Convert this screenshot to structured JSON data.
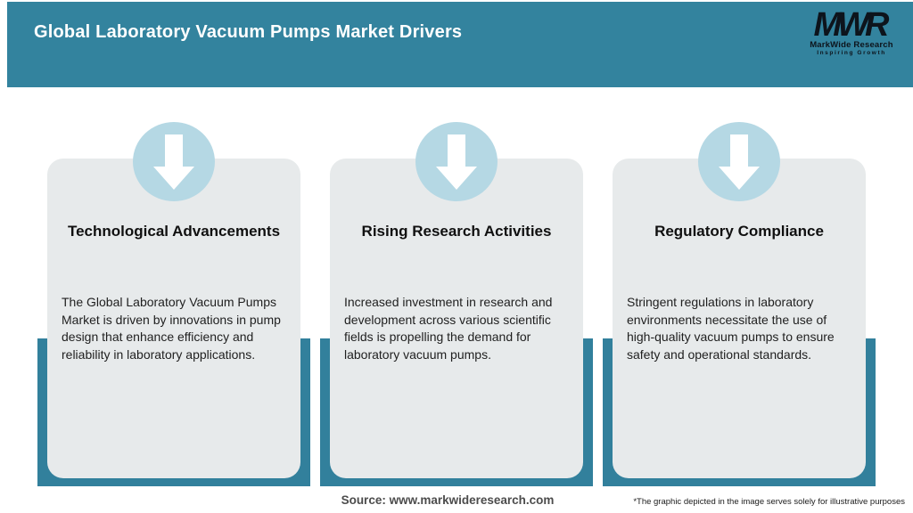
{
  "header": {
    "title": "Global Laboratory Vacuum Pumps Market Drivers",
    "logo": {
      "acronym": "MWR",
      "name": "MarkWide Research",
      "tagline": "Inspiring Growth"
    }
  },
  "cards": [
    {
      "icon": "down-arrow-icon",
      "title": "Technological Advancements",
      "body": "The Global Laboratory Vacuum Pumps Market is driven by innovations in pump design that enhance efficiency and reliability in laboratory applications."
    },
    {
      "icon": "down-arrow-icon",
      "title": "Rising Research Activities",
      "body": "Increased investment in research and development across various scientific fields is propelling the demand for laboratory vacuum pumps."
    },
    {
      "icon": "down-arrow-icon",
      "title": "Regulatory Compliance",
      "body": "Stringent regulations in laboratory environments necessitate the use of high-quality vacuum pumps to ensure safety and operational standards."
    }
  ],
  "footer": {
    "source": "Source: www.markwideresearch.com",
    "disclaimer": "*The graphic depicted in the image serves solely for illustrative purposes"
  },
  "colors": {
    "header_background": "#33839e",
    "card_frame": "#32809c",
    "card_background": "#e7eaeb",
    "icon_circle": "#b5d8e4",
    "icon_arrow": "#ffffff",
    "header_title_text": "#ffffff",
    "logo_text": "#0d141c"
  }
}
